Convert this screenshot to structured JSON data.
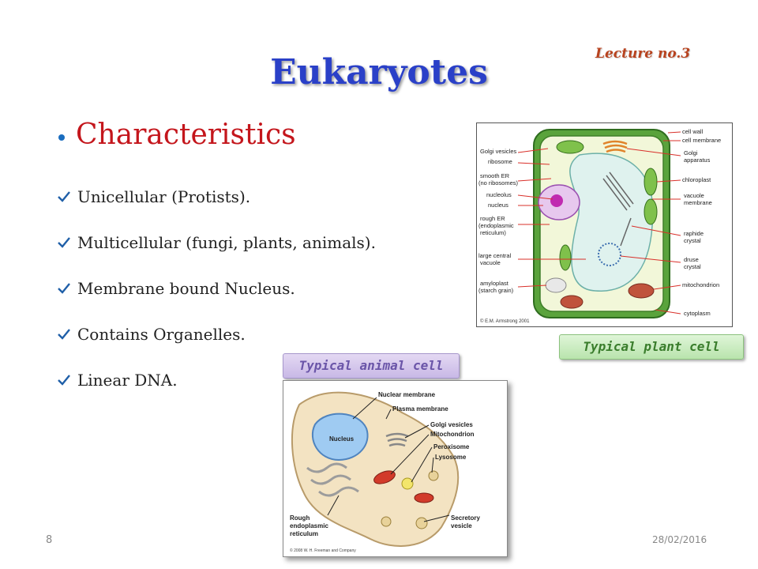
{
  "slide": {
    "title": "Eukaryotes",
    "lecture": "Lecture no.3",
    "heading": "Characteristics",
    "items": [
      "Unicellular (Protists).",
      "Multicellular (fungi, plants, animals).",
      "Membrane bound Nucleus.",
      "Contains Organelles.",
      "Linear DNA."
    ],
    "page_number": "8",
    "date": "28/02/2016"
  },
  "captions": {
    "plant": "Typical plant cell",
    "animal": "Typical animal cell"
  },
  "plant_diagram": {
    "left_labels": [
      "Golgi vesicles",
      "ribosome",
      "smooth ER",
      "(no ribosomes)",
      "nucleolus",
      "nucleus",
      "rough ER",
      "(endoplasmic",
      "reticulum)",
      "large central",
      "vacuole",
      "amyloplast",
      "(starch grain)"
    ],
    "right_labels": [
      "cell wall",
      "cell membrane",
      "Golgi",
      "apparatus",
      "chloroplast",
      "vacuole",
      "membrane",
      "raphide",
      "crystal",
      "druse",
      "crystal",
      "mitochondrion",
      "cytoplasm"
    ],
    "credit": "© E.M. Armstrong 2001"
  },
  "animal_diagram": {
    "labels": [
      "Nuclear membrane",
      "Plasma membrane",
      "Golgi vesicles",
      "Mitochondrion",
      "Peroxisome",
      "Lysosome",
      "Nucleus",
      "Rough",
      "endoplasmic",
      "reticulum",
      "Secretory",
      "vesicle"
    ],
    "credit": "© 2008 W. H. Freeman and Company"
  },
  "colors": {
    "title": "#2a40c8",
    "heading": "#c4161c",
    "lecture": "#b8431f",
    "check": "#1f5fa8"
  }
}
